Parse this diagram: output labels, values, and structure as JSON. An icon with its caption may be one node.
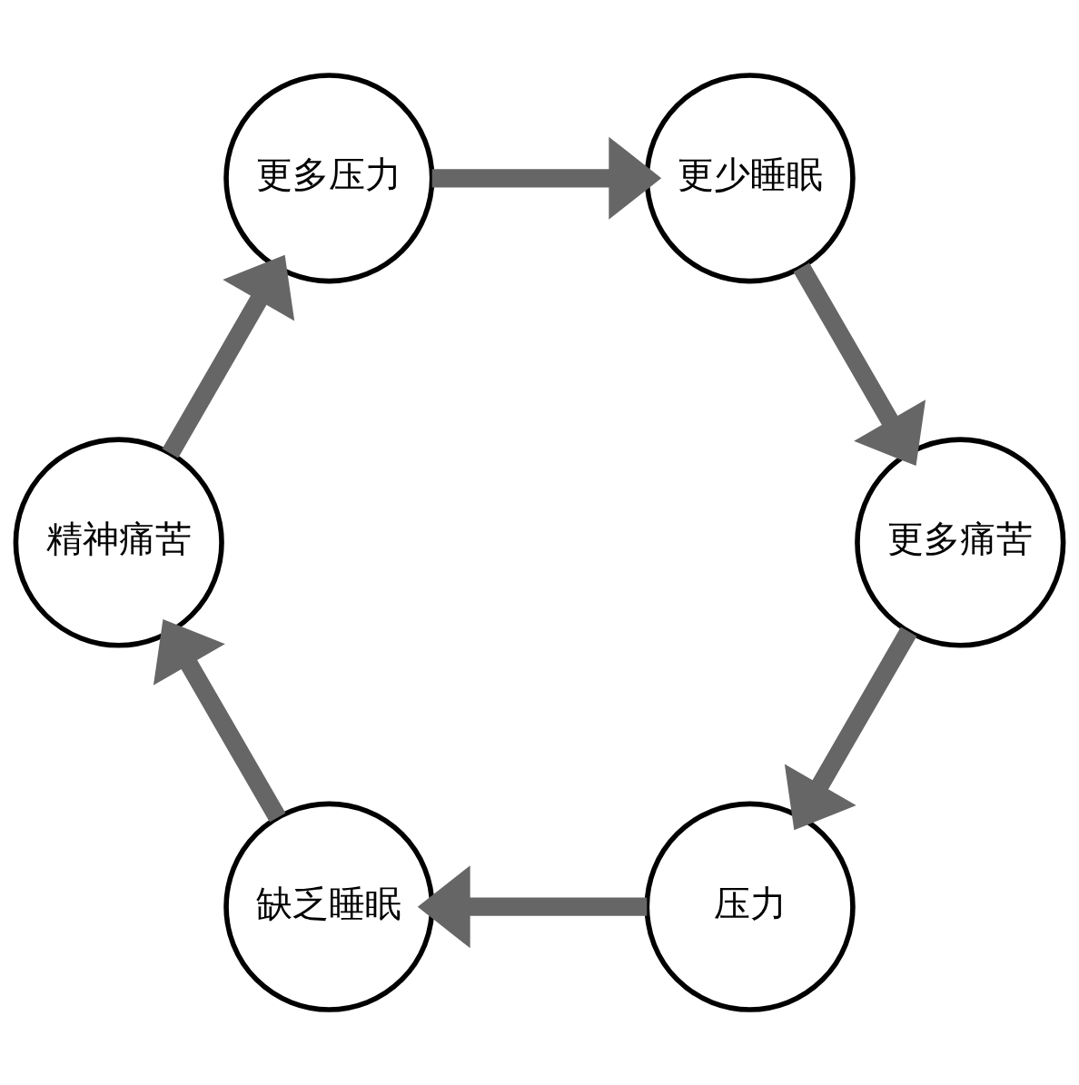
{
  "diagram": {
    "nodes": [
      {
        "text": [
          "压力"
        ]
      },
      {
        "text": [
          "缺乏睡眠"
        ]
      },
      {
        "text": [
          "精神痛苦"
        ]
      },
      {
        "text": [
          "更多压力"
        ]
      },
      {
        "text": [
          "更少睡眠"
        ]
      },
      {
        "text": [
          "更多痛苦"
        ]
      }
    ],
    "edges": [
      {
        "from": 0,
        "to": 1,
        "arrow": "to"
      },
      {
        "from": 1,
        "to": 2,
        "arrow": "to"
      },
      {
        "from": 2,
        "to": 3,
        "arrow": "to"
      },
      {
        "from": 3,
        "to": 4,
        "arrow": "to"
      },
      {
        "from": 4,
        "to": 5,
        "arrow": "to"
      },
      {
        "from": 5,
        "to": 0,
        "arrow": "to"
      }
    ]
  }
}
